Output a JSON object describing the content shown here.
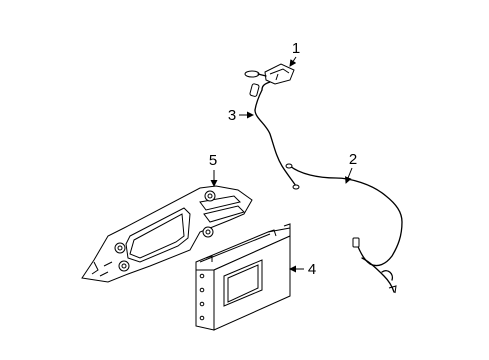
{
  "callouts": [
    {
      "id": "1",
      "label": "1",
      "part": "antenna"
    },
    {
      "id": "2",
      "label": "2",
      "part": "main-cable"
    },
    {
      "id": "3",
      "label": "3",
      "part": "antenna-lead"
    },
    {
      "id": "4",
      "label": "4",
      "part": "control-module"
    },
    {
      "id": "5",
      "label": "5",
      "part": "mounting-bracket"
    }
  ]
}
